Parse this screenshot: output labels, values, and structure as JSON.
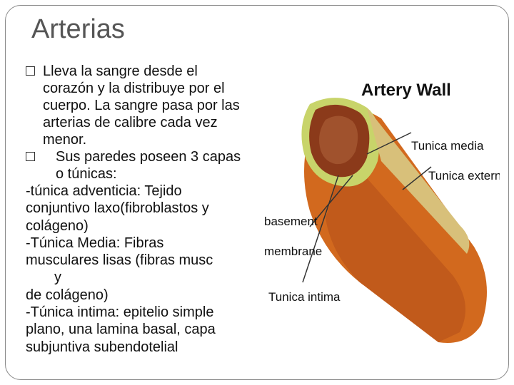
{
  "slide": {
    "title": "Arterias",
    "bullets": [
      "Lleva la sangre desde el corazón y la distribuye por el cuerpo. La sangre pasa por las arterias de calibre cada vez menor.",
      "Sus paredes poseen 3 capas o túnicas:"
    ],
    "lines": [
      "-túnica adventicia: Tejido",
      "conjuntivo laxo(fibroblastos y",
      "colágeno)",
      "-Túnica Media: Fibras",
      "musculares lisas (fibras musc",
      "y",
      "de colágeno)",
      "-Túnica intima: epitelio simple",
      "plano, una lamina basal, capa",
      "subjuntiva subendotelial"
    ]
  },
  "figure": {
    "title": "Artery Wall",
    "labels": {
      "media": "Tunica media",
      "externa": "Tunica externa",
      "basement_1": "basement",
      "basement_2": "membrane",
      "intima": "Tunica intima"
    },
    "colors": {
      "outer": "#d2691e",
      "media": "#c8d46a",
      "inner": "#8b3a1a",
      "lumen": "#a0522d"
    }
  }
}
